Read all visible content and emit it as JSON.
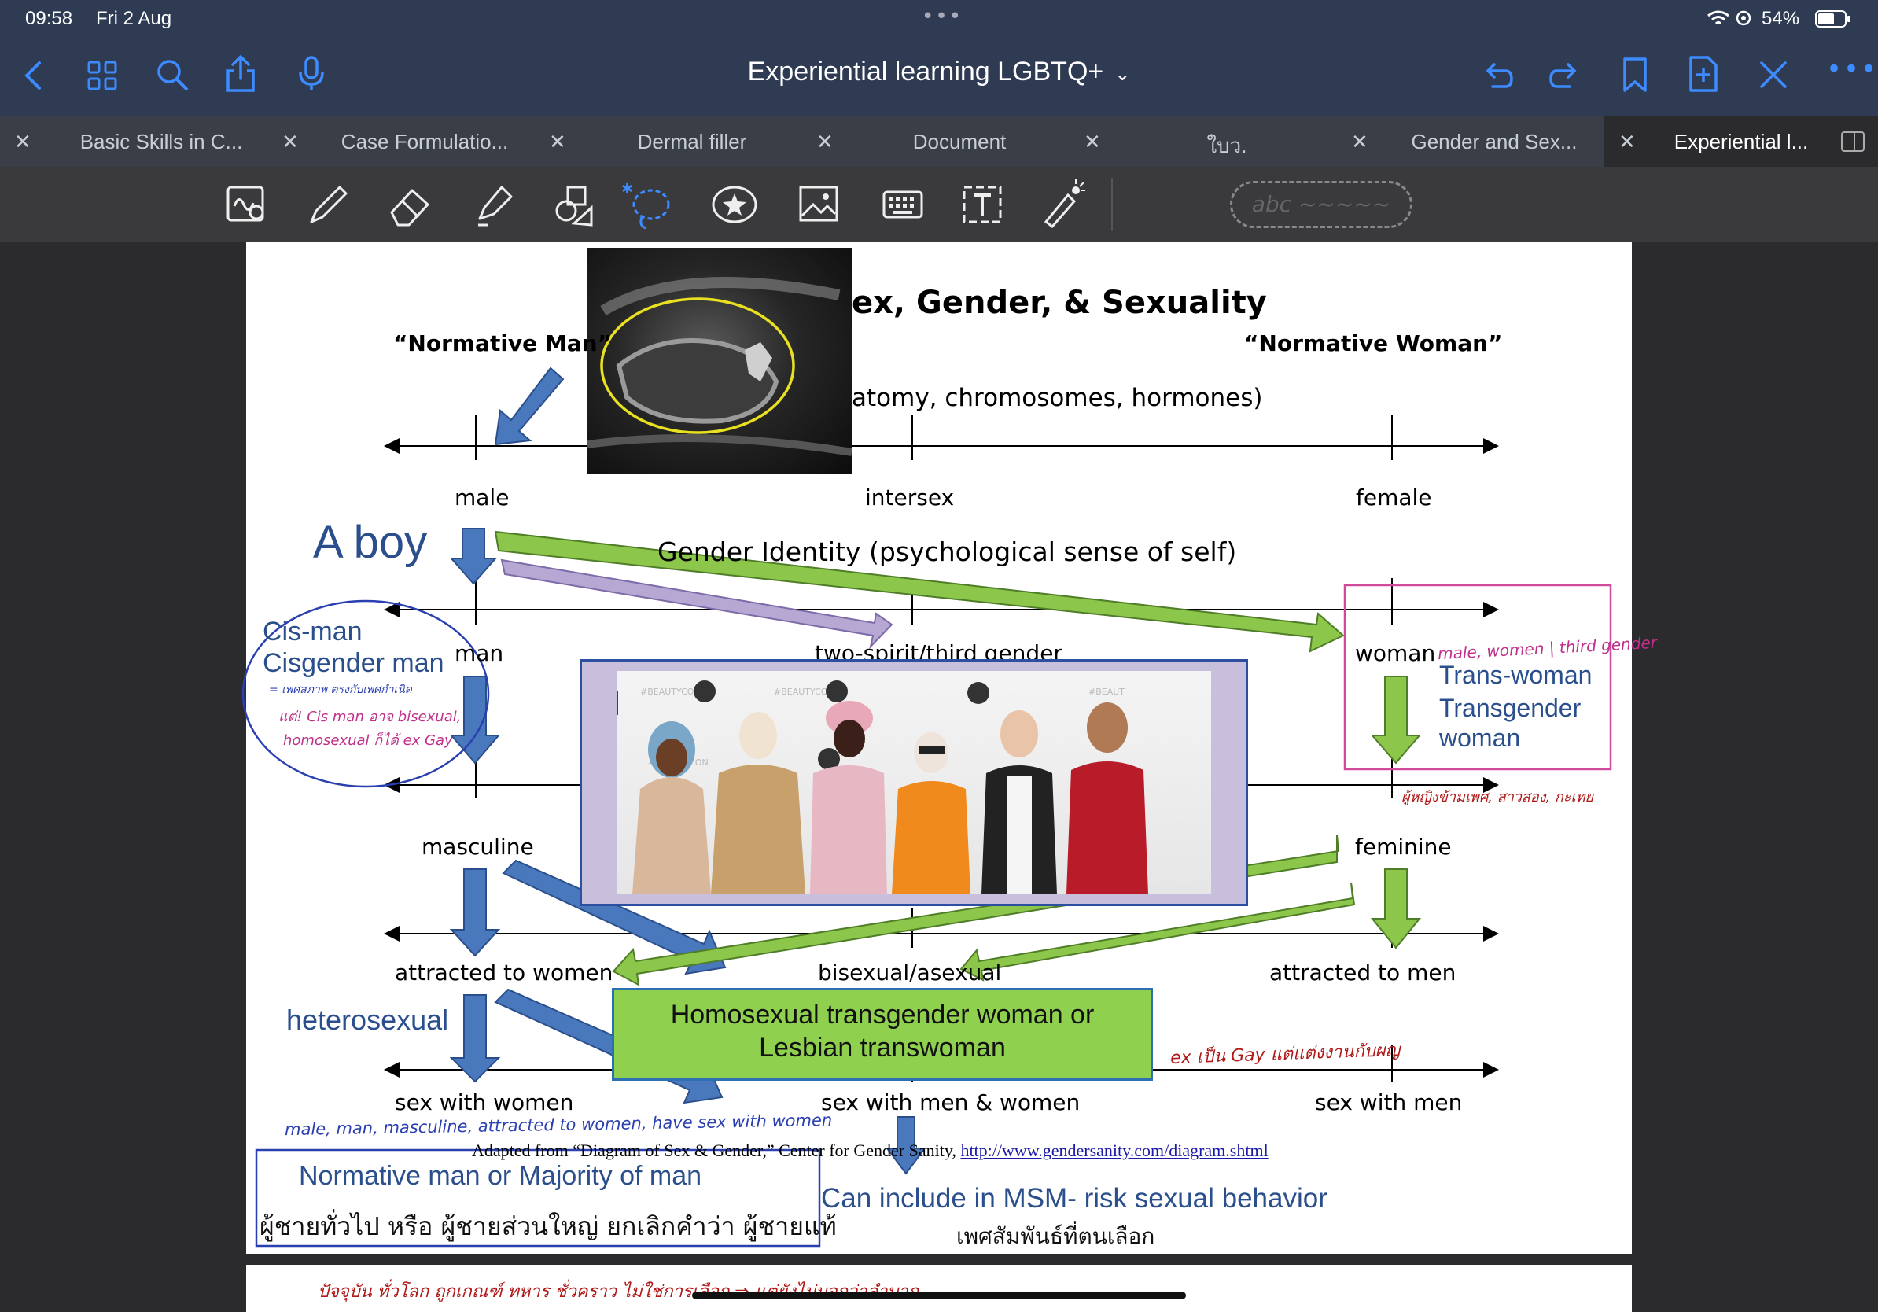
{
  "status": {
    "time": "09:58",
    "date": "Fri 2 Aug",
    "battery": "54%"
  },
  "nav": {
    "title": "Experiential learning LGBTQ+"
  },
  "tabs": [
    {
      "label": "Basic Skills in C..."
    },
    {
      "label": "Case Formulatio..."
    },
    {
      "label": "Dermal filler"
    },
    {
      "label": "Document"
    },
    {
      "label": "ใบว."
    },
    {
      "label": "Gender and Sex..."
    },
    {
      "label": "Experiential l..."
    }
  ],
  "toolbar": {
    "pen_preset_text": "abc ~~~~~"
  },
  "slide": {
    "title": "ex, Gender, & Sexuality",
    "normative_man": "“Normative Man”",
    "normative_woman": "“Normative Woman”",
    "axis1_caption": "atomy, chromosomes, hormones)",
    "axis1_labels": [
      "male",
      "intersex",
      "female"
    ],
    "axis2_caption": "Gender Identity (psychological sense of self)",
    "axis2_labels": [
      "man",
      "two-spirit/third gender",
      "woman"
    ],
    "axis3_labels": [
      "masculine",
      "feminine"
    ],
    "axis4_labels": [
      "attracted to women",
      "bisexual/asexual",
      "attracted to men"
    ],
    "axis5_labels": [
      "sex with women",
      "sex with men & women",
      "sex with men"
    ],
    "credit_prefix": "Adapted from “Diagram of Sex & Gender,” Center for Gender Sanity,",
    "credit_link": "http://www.gendersanity.com/diagram.shtml"
  },
  "annotations": {
    "a_boy": "A boy",
    "cis_man": "Cis-man",
    "cisgender_man": "Cisgender man",
    "trans_woman": "Trans-woman",
    "transgender": "Transgender",
    "woman": "woman",
    "heterosexual": "heterosexual",
    "green_box_line1": "Homosexual transgender woman or",
    "green_box_line2": "Lesbian transwoman",
    "normative_box_line1": "Normative man or Majority of man",
    "normative_box_line2": "ผู้ชายทั่วไป หรือ ผู้ชายส่วนใหญ่ ยกเลิกคำว่า ผู้ชายแท้",
    "msm": "Can include in MSM- risk sexual behavior",
    "msm_thai": "เพศสัมพันธ์ที่ตนเลือก",
    "hw_woman_options": "male, women | third gender",
    "hw_male_line": "male, man, masculine, attracted to women, have sex with women",
    "hw_cis_line1": "= เพศสภาพ ตรงกับเพศกำเนิด",
    "hw_cis_line2": "แต่! Cis man อาจ bisexual,",
    "hw_cis_line3": "homosexual ก็ได้ ex Gay",
    "hw_feminine_note": "ผู้หญิงข้ามเพศ, สาวสอง, กะเทย",
    "hw_gay_note": "ex เป็น Gay แต่แต่งงานกับผญ",
    "hw_bottom_note": "ปัจจุบัน ทั่วโลก ถูกเกณฑ์ ทหาร ชั่วคราว ไม่ใช่การเลือก ⇒ แต่ยังไม่บอกว่าลำบาก"
  },
  "images": {
    "ultrasound": "ultrasound image with yellow circle",
    "group_photo": "group photo at BEAUTYCON backdrop"
  },
  "colors": {
    "blue_arrow": "#4a78bd",
    "green_arrow": "#8cc64a",
    "lavender_arrow": "#b7a7d3",
    "annotation_blue": "#2a4f8c",
    "nav_blue": "#3d8bff"
  }
}
